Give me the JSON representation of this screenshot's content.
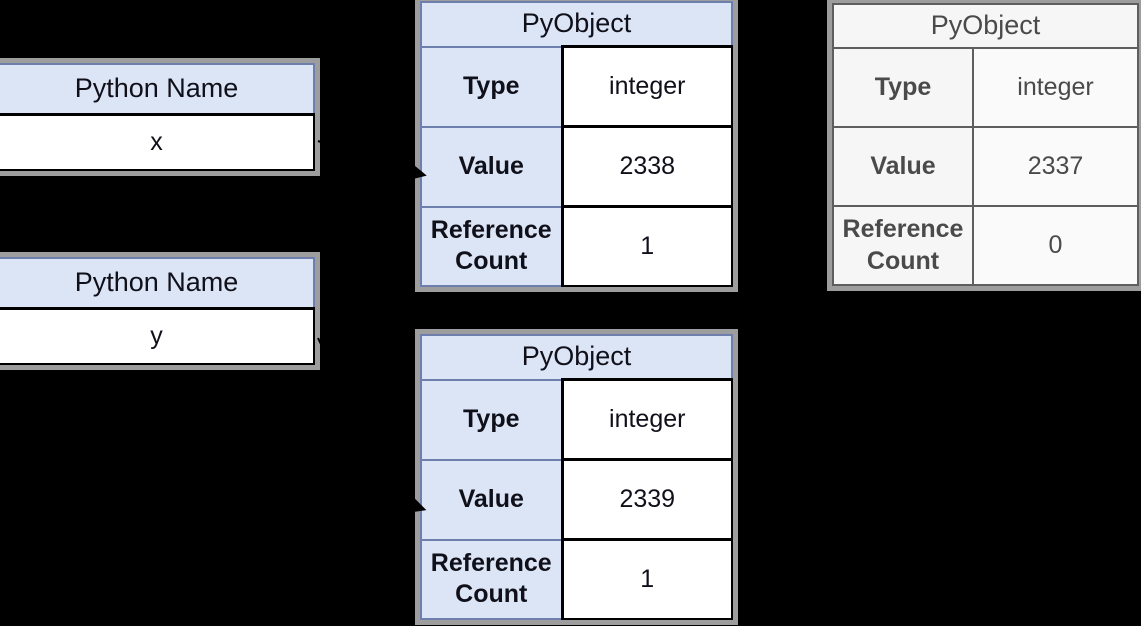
{
  "colors": {
    "background": "#000000",
    "frame_shadow": "#9d9d9d",
    "blue_fill": "#dce5f6",
    "blue_border": "#6e7fae",
    "dark_cell_border": "#000000",
    "white_fill": "#ffffff",
    "gray_fill": "#f6f6f6",
    "gray_border": "#5e5e5e",
    "text": "#10101a",
    "gray_text": "#4a4a4a",
    "arrow": "#000000"
  },
  "name_tables": [
    {
      "header": "Python Name",
      "value": "x"
    },
    {
      "header": "Python Name",
      "value": "y"
    }
  ],
  "pyobject_tables": [
    {
      "header": "PyObject",
      "style": "blue",
      "rows": [
        {
          "label": "Type",
          "value": "integer"
        },
        {
          "label": "Value",
          "value": "2338"
        },
        {
          "label": "Reference Count",
          "value": "1"
        }
      ]
    },
    {
      "header": "PyObject",
      "style": "blue",
      "rows": [
        {
          "label": "Type",
          "value": "integer"
        },
        {
          "label": "Value",
          "value": "2339"
        },
        {
          "label": "Reference Count",
          "value": "1"
        }
      ]
    },
    {
      "header": "PyObject",
      "style": "gray",
      "rows": [
        {
          "label": "Type",
          "value": "integer"
        },
        {
          "label": "Value",
          "value": "2337"
        },
        {
          "label": "Reference Count",
          "value": "0"
        }
      ]
    }
  ],
  "arrows": [
    {
      "from": "x",
      "to": "PyObject 2338"
    },
    {
      "from": "y",
      "to": "PyObject 2339"
    }
  ]
}
